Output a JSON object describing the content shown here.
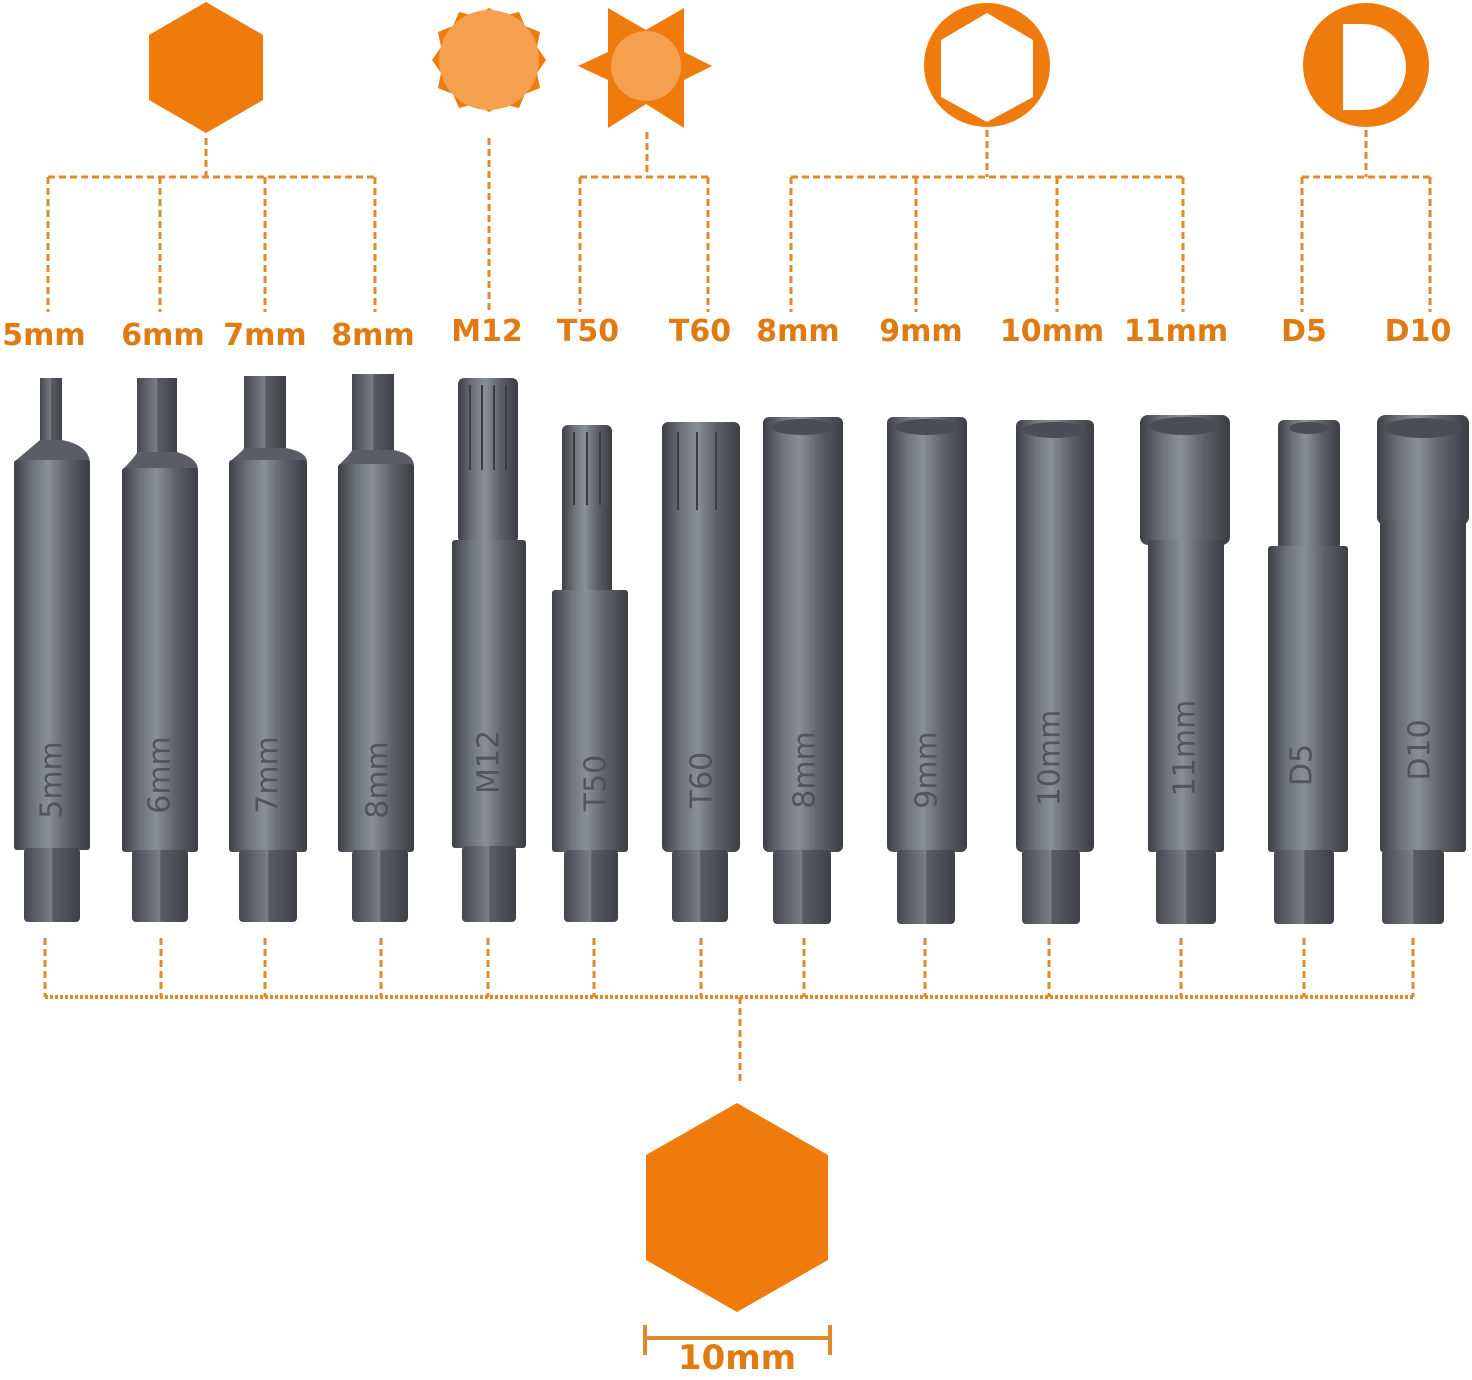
{
  "colors": {
    "accent": "#ee7b0b",
    "accent_light": "#f4a04e",
    "line": "#e08a2c",
    "steel": "#6e7279"
  },
  "groups": [
    {
      "name": "hex",
      "icon": "hexagon-icon",
      "items": [
        "5mm",
        "6mm",
        "7mm",
        "8mm"
      ]
    },
    {
      "name": "spline",
      "icon": "spline-icon",
      "items": [
        "M12"
      ]
    },
    {
      "name": "torx",
      "icon": "torx-star-icon",
      "items": [
        "T50",
        "T60"
      ]
    },
    {
      "name": "hex-socket",
      "icon": "hex-socket-icon",
      "items": [
        "8mm",
        "9mm",
        "10mm",
        "11mm"
      ]
    },
    {
      "name": "d-socket",
      "icon": "d-socket-icon",
      "items": [
        "D5",
        "D10"
      ]
    }
  ],
  "labels": [
    "5mm",
    "6mm",
    "7mm",
    "8mm",
    "M12",
    "T50",
    "T60",
    "8mm",
    "9mm",
    "10mm",
    "11mm",
    "D5",
    "D10"
  ],
  "bit_markings": [
    "5mm",
    "6mm",
    "7mm",
    "8mm",
    "M12",
    "T50",
    "T60",
    "8mm",
    "9mm",
    "10mm",
    "11mm",
    "D5",
    "D10"
  ],
  "shank": {
    "icon": "hex-shank-icon",
    "dimension": "10mm"
  }
}
